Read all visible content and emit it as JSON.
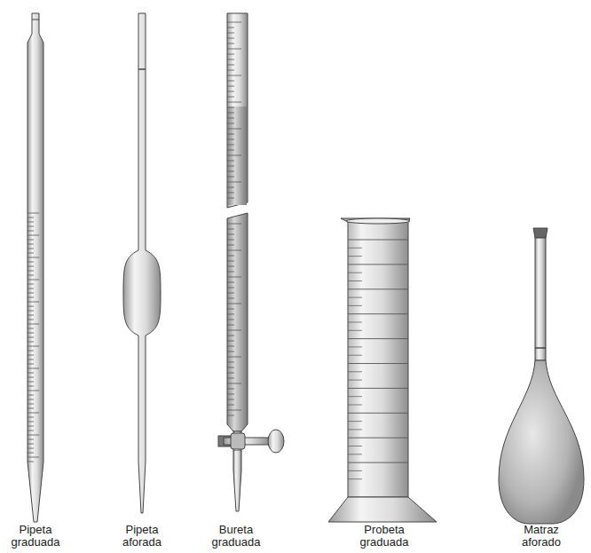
{
  "diagram": {
    "labels": [
      "Pipeta graduada",
      "Pipeta aforada",
      "Bureta graduada",
      "Probeta graduada",
      "Matraz aforado"
    ]
  }
}
